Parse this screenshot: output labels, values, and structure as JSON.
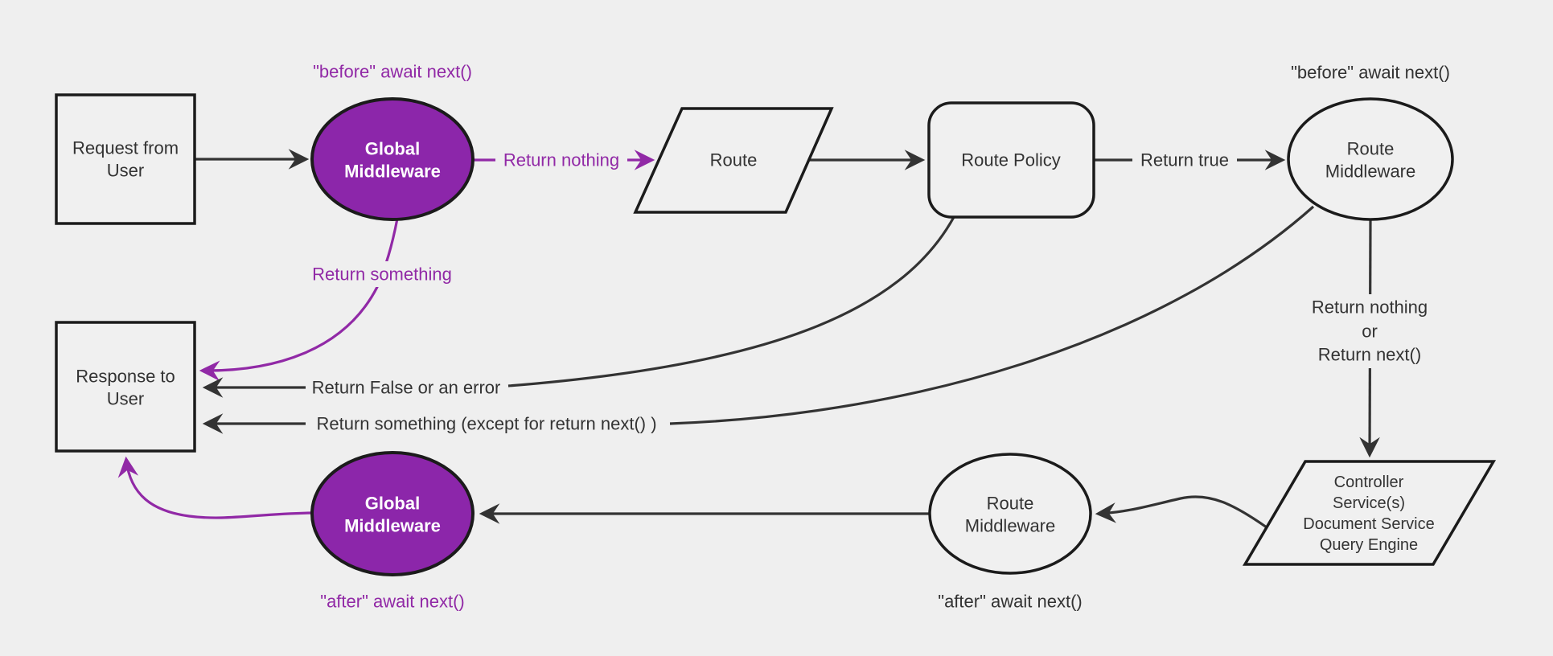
{
  "colors": {
    "background": "#efefef",
    "node_fill": "#f0f0f0",
    "node_stroke": "#1b1b1b",
    "line": "#333333",
    "purple_fill": "#8C26AA",
    "purple_accent": "#9129A6",
    "text": "#333333",
    "white_text": "#ffffff"
  },
  "nodes": {
    "request": {
      "lines": [
        "Request from",
        "User"
      ]
    },
    "global_mw_top": {
      "lines": [
        "Global",
        "Middleware"
      ]
    },
    "route": {
      "label": "Route"
    },
    "route_policy": {
      "label": "Route Policy"
    },
    "route_mw_top": {
      "lines": [
        "Route",
        "Middleware"
      ]
    },
    "controller": {
      "lines": [
        "Controller",
        "Service(s)",
        "Document Service",
        "Query Engine"
      ]
    },
    "route_mw_bottom": {
      "lines": [
        "Route",
        "Middleware"
      ]
    },
    "global_mw_bottom": {
      "lines": [
        "Global",
        "Middleware"
      ]
    },
    "response": {
      "lines": [
        "Response to",
        "User"
      ]
    }
  },
  "labels": {
    "before_await_global": "\"before\" await next()",
    "before_await_route": "\"before\" await next()",
    "return_nothing": "Return nothing",
    "return_true": "Return true",
    "return_something": "Return something",
    "return_nothing_multi": [
      "Return nothing",
      "or",
      "Return next()"
    ],
    "return_false": "Return False or an error",
    "return_something_except": "Return something (except for return next() )",
    "after_await_route": "\"after\" await next()",
    "after_await_global": "\"after\" await next()"
  }
}
